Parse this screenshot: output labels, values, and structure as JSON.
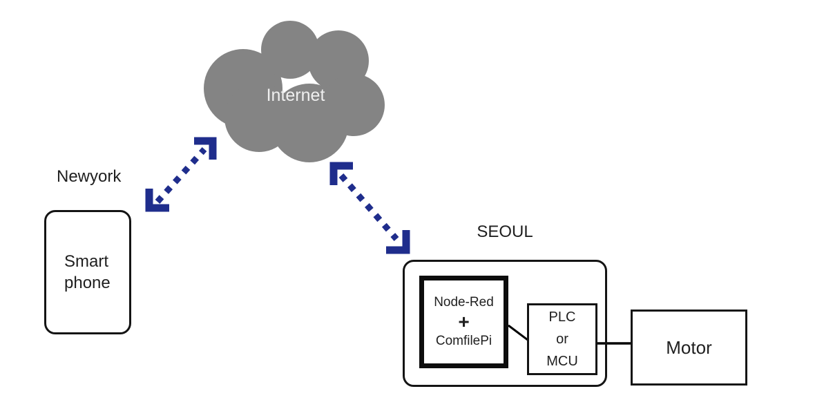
{
  "diagram": {
    "cloud": {
      "label": "Internet"
    },
    "newyork": {
      "label": "Newyork",
      "device": {
        "line1": "Smart",
        "line2": "phone"
      }
    },
    "seoul": {
      "label": "SEOUL",
      "gateway": {
        "line1": "Node-Red",
        "line2": "+",
        "line3": "ComfilePi"
      },
      "controller": {
        "line1": "PLC",
        "line2": "or",
        "line3": "MCU"
      }
    },
    "motor": {
      "label": "Motor"
    },
    "colors": {
      "arrow_blue": "#1f2d8c",
      "cloud_gray": "#848484",
      "cloud_text": "#efefef",
      "connector_black": "#000000"
    }
  }
}
